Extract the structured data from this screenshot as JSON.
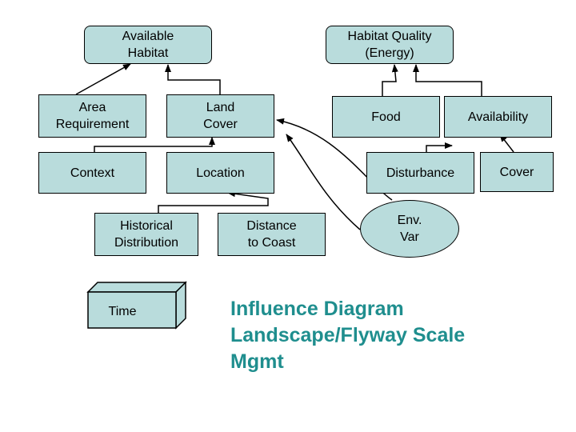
{
  "colors": {
    "node_fill": "#b9dcdc",
    "title_text": "#1f8e8e",
    "stroke": "#000000"
  },
  "nodes": {
    "available_habitat": "Available\nHabitat",
    "habitat_quality": "Habitat Quality\n(Energy)",
    "area_requirement": "Area\nRequirement",
    "land_cover": "Land\nCover",
    "food": "Food",
    "availability": "Availability",
    "context": "Context",
    "location": "Location",
    "disturbance": "Disturbance",
    "cover": "Cover",
    "historical_distribution": "Historical\nDistribution",
    "distance_to_coast": "Distance\nto Coast",
    "env_var": "Env.\nVar",
    "time": "Time"
  },
  "title": "Influence Diagram\nLandscape/Flyway Scale\nMgmt"
}
